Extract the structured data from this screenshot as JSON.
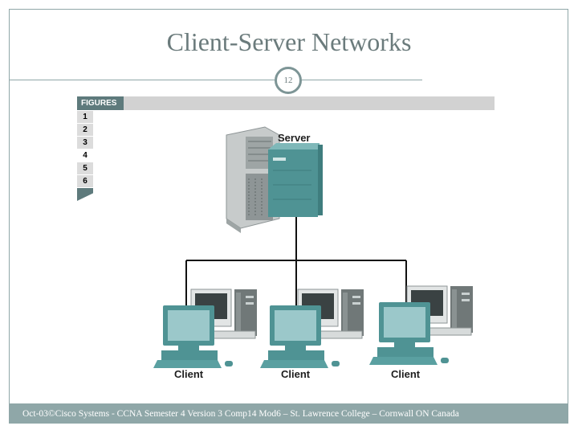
{
  "slide": {
    "title": "Client-Server Networks",
    "page_number": "12",
    "footer": "Oct-03©Cisco Systems - CCNA Semester 4 Version 3 Comp14 Mod6 – St. Lawrence College – Cornwall ON Canada"
  },
  "figures": {
    "header": "FIGURES",
    "tabs": [
      "1",
      "2",
      "3",
      "4",
      "5",
      "6"
    ],
    "active_tab": "4"
  },
  "diagram": {
    "server_label": "Server",
    "clients": [
      "Client",
      "Client",
      "Client"
    ]
  },
  "colors": {
    "accent": "#8fa7a8",
    "teal": "#4f9394",
    "screen": "#9bc8ca"
  }
}
